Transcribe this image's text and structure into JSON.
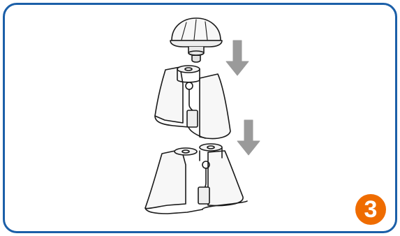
{
  "step": {
    "number": "3",
    "badge_color": "#ef6c00"
  },
  "frame": {
    "border_color": "#1b5fa8"
  },
  "illustration": {
    "items": [
      "dome-cap",
      "upper-stand",
      "lower-stand"
    ],
    "arrows": [
      "down-arrow",
      "down-arrow"
    ],
    "arrow_color": "#9a9a9a",
    "line_color": "#1a1a1a"
  }
}
